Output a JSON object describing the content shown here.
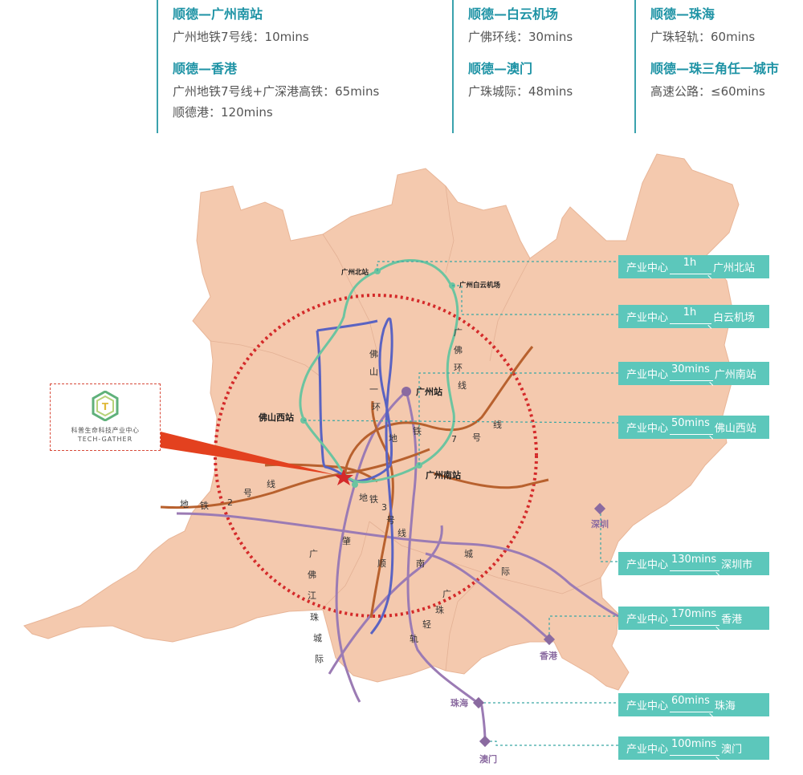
{
  "info": {
    "col1": {
      "title1": "顺德—广州南站",
      "line1": "广州地铁7号线：10mins",
      "title2": "顺德—香港",
      "line2": "广州地铁7号线+广深港高铁：65mins",
      "line3": "顺德港：120mins"
    },
    "col2": {
      "title1": "顺德—白云机场",
      "line1": "广佛环线：30mins",
      "title2": "顺德—澳门",
      "line2": "广珠城际：48mins"
    },
    "col3": {
      "title1": "顺德—珠海",
      "line1": "广珠轻轨：60mins",
      "title2": "顺德—珠三角任一城市",
      "line2": "高速公路：≤60mins"
    }
  },
  "map": {
    "places": {
      "gz_north": "广州北站",
      "gz_airport": "广州白云机场",
      "gz_station": "广州站",
      "foshan_west": "佛山西站",
      "gz_south": "广州南站",
      "shenzhen": "深圳",
      "hongkong": "香港",
      "zhuhai": "珠海",
      "macau": "澳门"
    },
    "route_chars": {
      "guangfo_ring_right": [
        "广",
        "佛",
        "环",
        "线"
      ],
      "foshan_ring": [
        "佛",
        "山",
        "一",
        "环"
      ],
      "metro7": [
        "地",
        "铁",
        "7",
        "号",
        "线"
      ],
      "metro2": [
        "地",
        "铁",
        "2",
        "号",
        "线"
      ],
      "metro3": [
        "地",
        "铁",
        "3",
        "号",
        "线"
      ],
      "zhaoshun": [
        "肇",
        "顺",
        "南",
        "城",
        "际"
      ],
      "guangfojiang": [
        "广",
        "佛",
        "江",
        "珠",
        "城",
        "际"
      ],
      "guangzhu_light": [
        "广",
        "珠",
        "轻",
        "轨"
      ]
    },
    "colors": {
      "land": "#f4c9ae",
      "ring": "#d42a2a",
      "green_line": "#6cc4a0",
      "blue_line": "#5a63c2",
      "brown_line": "#b8612e",
      "purple_line": "#9b7bb4",
      "teal_box": "#5cc7bb"
    }
  },
  "logo": {
    "cn": "科普生命科技产业中心",
    "en": "TECH-GATHER"
  },
  "travel_boxes": [
    {
      "from": "产业中心",
      "time": "1h",
      "to": "广州北站"
    },
    {
      "from": "产业中心",
      "time": "1h",
      "to": "白云机场"
    },
    {
      "from": "产业中心",
      "time": "30mins",
      "to": "广州南站"
    },
    {
      "from": "产业中心",
      "time": "50mins",
      "to": "佛山西站"
    },
    {
      "from": "产业中心",
      "time": "130mins",
      "to": "深圳市"
    },
    {
      "from": "产业中心",
      "time": "170mins",
      "to": "香港"
    },
    {
      "from": "产业中心",
      "time": "60mins",
      "to": "珠海"
    },
    {
      "from": "产业中心",
      "time": "100mins",
      "to": "澳门"
    }
  ]
}
